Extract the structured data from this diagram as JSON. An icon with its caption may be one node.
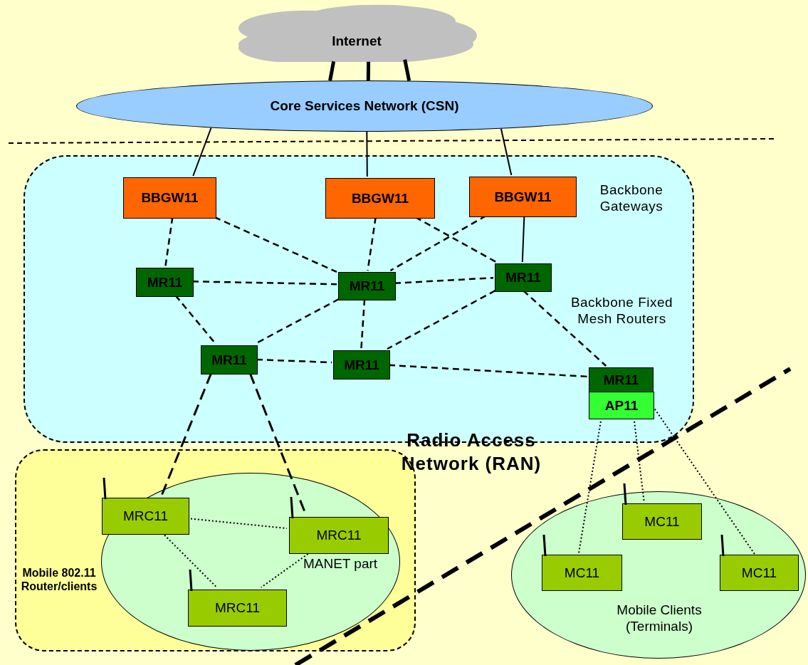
{
  "diagram": {
    "nodes": [
      {
        "text": [
          "Internet"
        ]
      },
      {
        "text": [
          "Core Services Network (CSN)"
        ]
      },
      {
        "text": [
          "Radio Access Network (RAN)"
        ]
      },
      {
        "text": [
          "BBGW11"
        ],
        "in": 2
      },
      {
        "text": [
          "BBGW11"
        ],
        "in": 2
      },
      {
        "text": [
          "BBGW11"
        ],
        "in": 2
      },
      {
        "text": [
          "MR11"
        ],
        "in": 2
      },
      {
        "text": [
          "MR11"
        ],
        "in": 2
      },
      {
        "text": [
          "MR11"
        ],
        "in": 2
      },
      {
        "text": [
          "MR11"
        ],
        "in": 2
      },
      {
        "text": [
          "MR11"
        ],
        "in": 2
      },
      {
        "text": [
          "MR11"
        ],
        "in": 2
      },
      {
        "text": [
          "AP11"
        ],
        "in": 2
      },
      {
        "text": [
          "Mobile 802.11 Router/clients"
        ]
      },
      {
        "text": [
          "MANET part"
        ],
        "in": 13
      },
      {
        "text": [
          "MRC11"
        ],
        "in": 14
      },
      {
        "text": [
          "MRC11"
        ],
        "in": 14
      },
      {
        "text": [
          "MRC11"
        ],
        "in": 14
      },
      {
        "text": [
          "Mobile Clients (Terminals)"
        ]
      },
      {
        "text": [
          "MC11"
        ],
        "in": 18
      },
      {
        "text": [
          "MC11"
        ],
        "in": 18
      },
      {
        "text": [
          "MC11"
        ],
        "in": 18
      }
    ],
    "edges": [
      {
        "from": 0,
        "to": 1,
        "arrow": "none",
        "style": "thick"
      },
      {
        "from": 0,
        "to": 1,
        "arrow": "none",
        "style": "thick"
      },
      {
        "from": 0,
        "to": 1,
        "arrow": "none",
        "style": "thick"
      },
      {
        "from": 1,
        "to": 3,
        "arrow": "none"
      },
      {
        "from": 1,
        "to": 4,
        "arrow": "none"
      },
      {
        "from": 1,
        "to": 5,
        "arrow": "none"
      },
      {
        "from": 3,
        "to": 6,
        "arrow": "none",
        "style": "dashed"
      },
      {
        "from": 3,
        "to": 7,
        "arrow": "none",
        "style": "dashed"
      },
      {
        "from": 4,
        "to": 7,
        "arrow": "none",
        "style": "dashed"
      },
      {
        "from": 4,
        "to": 8,
        "arrow": "none",
        "style": "dashed"
      },
      {
        "from": 5,
        "to": 7,
        "arrow": "none",
        "style": "dashed"
      },
      {
        "from": 5,
        "to": 8,
        "arrow": "none"
      },
      {
        "from": 6,
        "to": 7,
        "arrow": "none",
        "style": "dashed"
      },
      {
        "from": 7,
        "to": 8,
        "arrow": "none",
        "style": "dashed"
      },
      {
        "from": 6,
        "to": 9,
        "arrow": "none",
        "style": "dashed"
      },
      {
        "from": 7,
        "to": 9,
        "arrow": "none",
        "style": "dashed"
      },
      {
        "from": 7,
        "to": 10,
        "arrow": "none",
        "style": "dashed"
      },
      {
        "from": 8,
        "to": 10,
        "arrow": "none",
        "style": "dashed"
      },
      {
        "from": 8,
        "to": 11,
        "arrow": "none",
        "style": "dashed"
      },
      {
        "from": 9,
        "to": 10,
        "arrow": "none",
        "style": "dashed"
      },
      {
        "from": 10,
        "to": 11,
        "arrow": "none",
        "style": "dashed"
      },
      {
        "from": 9,
        "to": 15,
        "arrow": "none",
        "style": "dashed"
      },
      {
        "from": 9,
        "to": 16,
        "arrow": "none",
        "style": "dashed"
      },
      {
        "from": 15,
        "to": 16,
        "arrow": "none",
        "style": "dashed"
      },
      {
        "from": 15,
        "to": 17,
        "arrow": "none",
        "style": "dashed"
      },
      {
        "from": 16,
        "to": 17,
        "arrow": "none",
        "style": "dashed"
      },
      {
        "from": 12,
        "to": 20,
        "arrow": "none",
        "style": "dashed"
      },
      {
        "from": 12,
        "to": 19,
        "arrow": "none",
        "style": "dashed"
      },
      {
        "from": 12,
        "to": 21,
        "arrow": "none",
        "style": "dashed"
      }
    ],
    "labels": [
      "Backbone Gateways",
      "Backbone Fixed Mesh Routers"
    ]
  }
}
